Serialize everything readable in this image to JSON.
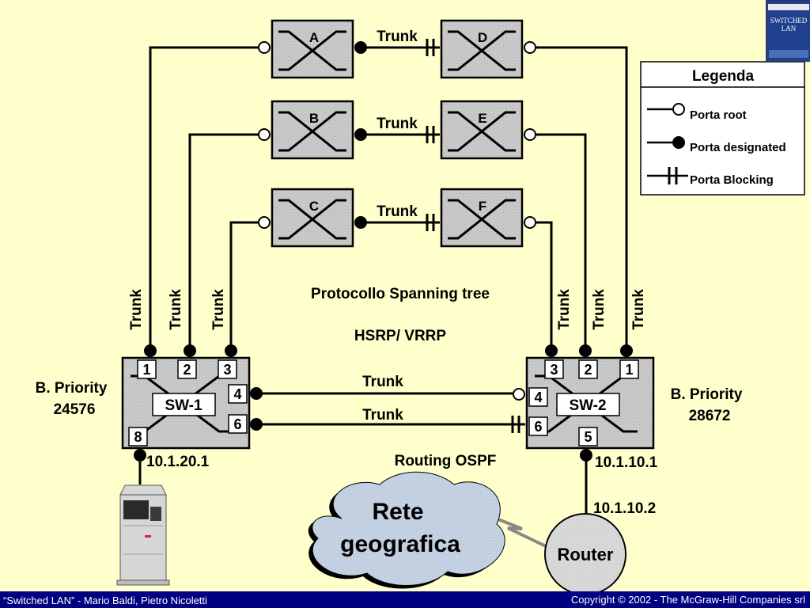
{
  "switches_top": [
    "A",
    "B",
    "C",
    "D",
    "E",
    "F"
  ],
  "trunk_label": "Trunk",
  "center_text": {
    "protocol": "Protocollo Spanning tree",
    "hsrp": "HSRP/ VRRP",
    "routing": "Routing OSPF"
  },
  "sw1": {
    "name": "SW-1",
    "priority_label": "B. Priority",
    "priority_value": "24576",
    "ports": [
      "1",
      "2",
      "3",
      "4",
      "6",
      "8"
    ],
    "ip": "10.1.20.1"
  },
  "sw2": {
    "name": "SW-2",
    "priority_label": "B. Priority",
    "priority_value": "28672",
    "ports": [
      "3",
      "2",
      "1",
      "4",
      "6",
      "5"
    ],
    "ip": "10.1.10.1"
  },
  "router": {
    "label": "Router",
    "ip": "10.1.10.2"
  },
  "cloud": {
    "line1": "Rete",
    "line2": "geografica"
  },
  "legend": {
    "title": "Legenda",
    "root": "Porta root",
    "designated": "Porta designated",
    "blocking": "Porta Blocking"
  },
  "footer": {
    "left": "“Switched LAN” - Mario Baldi, Pietro Nicoletti",
    "right": "Copyright © 2002 - The McGraw-Hill Companies srl"
  },
  "book": {
    "title": "SWITCHED LAN"
  }
}
